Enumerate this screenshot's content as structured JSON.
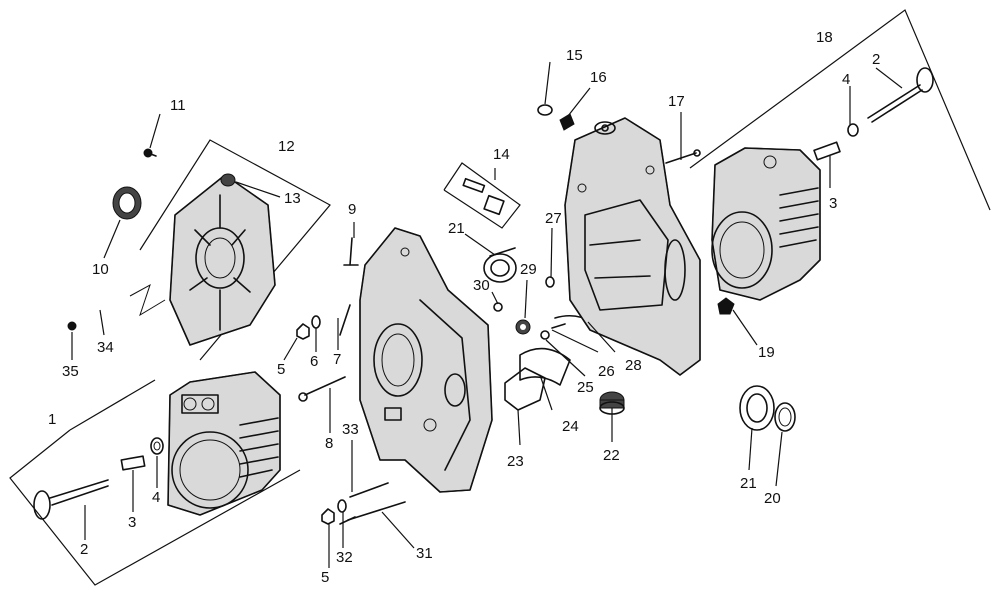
{
  "callouts": [
    {
      "id": "l1",
      "text": "1"
    },
    {
      "id": "l2a",
      "text": "2"
    },
    {
      "id": "l3a",
      "text": "3"
    },
    {
      "id": "l4a",
      "text": "4"
    },
    {
      "id": "l5a",
      "text": "5"
    },
    {
      "id": "l5b",
      "text": "5"
    },
    {
      "id": "l6",
      "text": "6"
    },
    {
      "id": "l7",
      "text": "7"
    },
    {
      "id": "l8",
      "text": "8"
    },
    {
      "id": "l9",
      "text": "9"
    },
    {
      "id": "l10",
      "text": "10"
    },
    {
      "id": "l11",
      "text": "11"
    },
    {
      "id": "l12",
      "text": "12"
    },
    {
      "id": "l13",
      "text": "13"
    },
    {
      "id": "l14",
      "text": "14"
    },
    {
      "id": "l15",
      "text": "15"
    },
    {
      "id": "l16",
      "text": "16"
    },
    {
      "id": "l17",
      "text": "17"
    },
    {
      "id": "l18",
      "text": "18"
    },
    {
      "id": "l2b",
      "text": "2"
    },
    {
      "id": "l4b",
      "text": "4"
    },
    {
      "id": "l3b",
      "text": "3"
    },
    {
      "id": "l19",
      "text": "19"
    },
    {
      "id": "l20",
      "text": "20"
    },
    {
      "id": "l21a",
      "text": "21"
    },
    {
      "id": "l21b",
      "text": "21"
    },
    {
      "id": "l22",
      "text": "22"
    },
    {
      "id": "l23",
      "text": "23"
    },
    {
      "id": "l24",
      "text": "24"
    },
    {
      "id": "l25",
      "text": "25"
    },
    {
      "id": "l26",
      "text": "26"
    },
    {
      "id": "l27",
      "text": "27"
    },
    {
      "id": "l28",
      "text": "28"
    },
    {
      "id": "l29",
      "text": "29"
    },
    {
      "id": "l30",
      "text": "30"
    },
    {
      "id": "l31",
      "text": "31"
    },
    {
      "id": "l32",
      "text": "32"
    },
    {
      "id": "l33",
      "text": "33"
    },
    {
      "id": "l34",
      "text": "34"
    },
    {
      "id": "l35",
      "text": "35"
    }
  ]
}
